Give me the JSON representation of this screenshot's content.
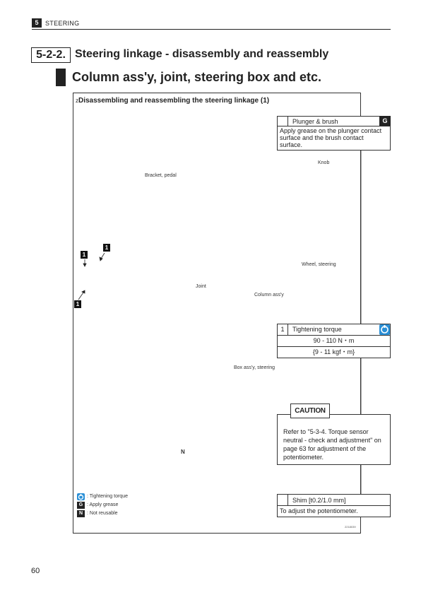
{
  "header": {
    "chapter_number": "5",
    "chapter_title": "STEERING"
  },
  "section": {
    "number": "5-2-2.",
    "title": "Steering linkage - disassembly and reassembly",
    "subtitle": "Column ass'y, joint, steering box and etc."
  },
  "figure": {
    "prefix": "z",
    "title": "Disassembling and reassembling the steering linkage (1)",
    "labels": {
      "knob": "Knob",
      "bracket_pedal": "Bracket, pedal",
      "wheel_steering": "Wheel, steering",
      "joint": "Joint",
      "column_assy": "Column ass'y",
      "box_assy": "Box ass'y, steering",
      "n_mark": "N"
    },
    "markers": [
      "1",
      "1",
      "1"
    ],
    "code": "2218039"
  },
  "plunger_box": {
    "title": "Plunger & brush",
    "badge": "G",
    "text": "Apply grease on the plunger contact surface and the brush contact surface."
  },
  "torque_box": {
    "number": "1",
    "title": "Tightening torque",
    "value_nm": "90 - 110 N・m",
    "value_kgf": "{9 - 11 kgf・m}"
  },
  "caution_box": {
    "label": "CAUTION",
    "text": "Refer to \"5-3-4. Torque sensor neutral - check and adjustment\" on page 63 for adjustment of the potentiometer."
  },
  "shim_box": {
    "title": "Shim [t0.2/1.0 mm]",
    "text": "To adjust the potentiometer."
  },
  "legend": [
    {
      "icon": "torque-icon",
      "badge": "",
      "text": ": Tightening torque",
      "color": "#2a8fd6"
    },
    {
      "icon": "grease-icon",
      "badge": "G",
      "text": ": Apply grease",
      "color": "#222222"
    },
    {
      "icon": "not-reusable-icon",
      "badge": "N",
      "text": ": Not reusable",
      "color": "#222222"
    }
  ],
  "page_number": "60"
}
